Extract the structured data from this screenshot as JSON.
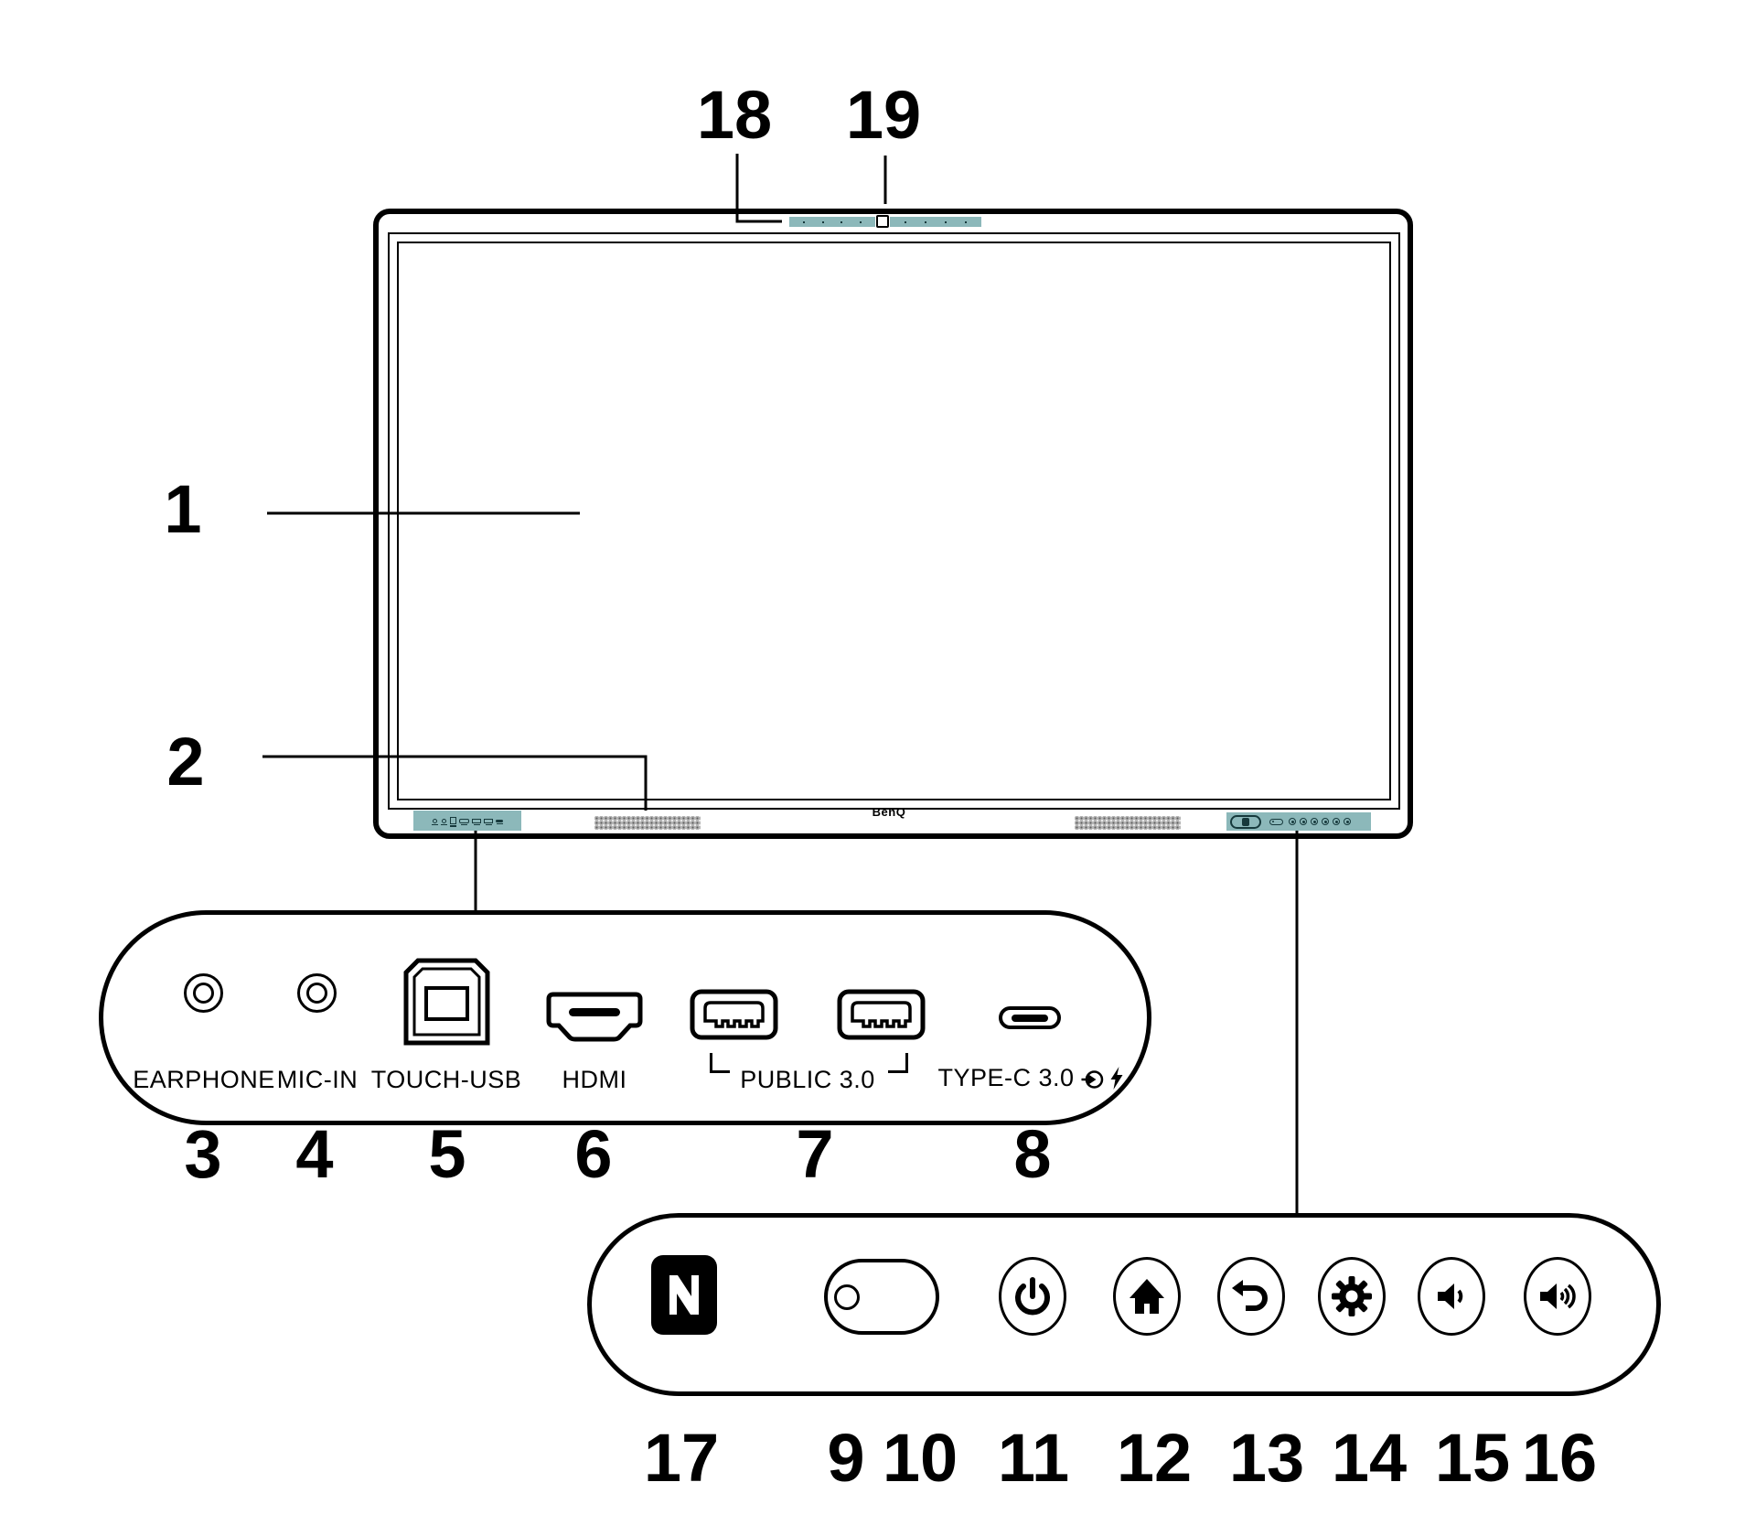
{
  "colors": {
    "teal": "#8CB8BA",
    "ink": "#000000",
    "speaker_gray": "#B5B5B5"
  },
  "display": {
    "logo": "BenQ",
    "callout_screen": "1",
    "callout_speakers": "2",
    "callout_mic_array": "18",
    "callout_camera": "19"
  },
  "ports_panel": {
    "ports": [
      {
        "icon": "earphone-jack-icon",
        "label": "EARPHONE",
        "callout": "3"
      },
      {
        "icon": "mic-in-jack-icon",
        "label": "MIC-IN",
        "callout": "4"
      },
      {
        "icon": "usb-b-port-icon",
        "label": "TOUCH-USB",
        "callout": "5"
      },
      {
        "icon": "hdmi-port-icon",
        "label": "HDMI",
        "callout": "6"
      },
      {
        "icon": "usb-a-port-icon",
        "label": "PUBLIC 3.0",
        "callout": "7"
      },
      {
        "icon": "usb-c-port-icon",
        "label": "TYPE-C 3.0",
        "callout": "8"
      }
    ],
    "type_c_suffix_icons": [
      "display-input-icon",
      "quick-charge-icon"
    ]
  },
  "control_panel": {
    "items": [
      {
        "icon": "nfc-logo",
        "callout": "17"
      },
      {
        "icon": "status-led",
        "callout": "9"
      },
      {
        "icon": "light-sensor",
        "callout": "10"
      },
      {
        "icon": "power-button",
        "callout": "11"
      },
      {
        "icon": "home-button",
        "callout": "12"
      },
      {
        "icon": "back-button",
        "callout": "13"
      },
      {
        "icon": "settings-button",
        "callout": "14"
      },
      {
        "icon": "volume-down-button",
        "callout": "15"
      },
      {
        "icon": "volume-up-button",
        "callout": "16"
      }
    ]
  }
}
